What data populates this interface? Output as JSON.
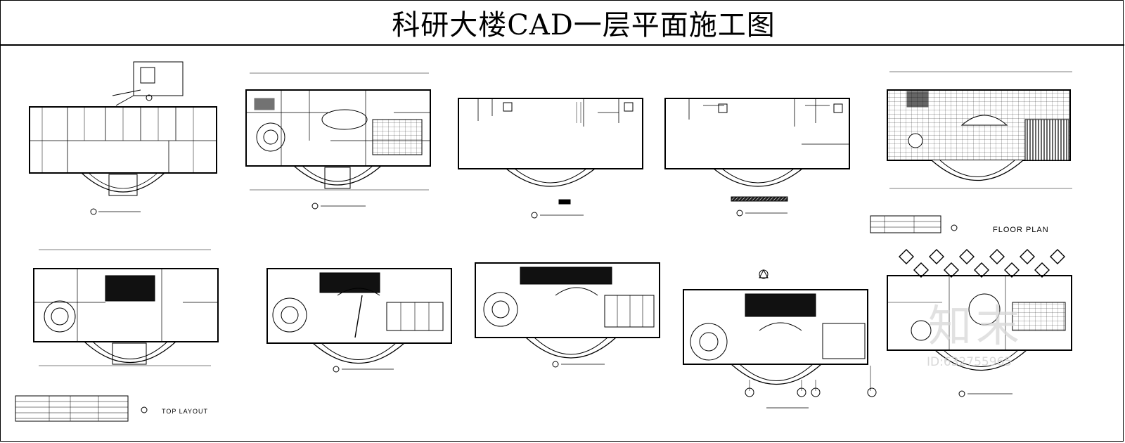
{
  "drawing": {
    "title": "科研大楼CAD一层平面施工图",
    "big_labels": {
      "floor_plan": "FLOOR PLAN",
      "top_layout": "TOP LAYOUT"
    },
    "watermark": {
      "logo_text": "知末",
      "id_text": "ID:632755965"
    }
  }
}
